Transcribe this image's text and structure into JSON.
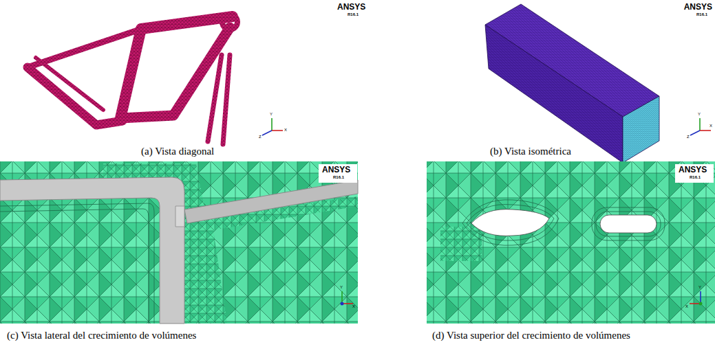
{
  "diagram": {
    "labels": [
      "ANSYS",
      "R16.1",
      "Y",
      "Z",
      "X",
      "ANSYS",
      "R16.1",
      "Y",
      "Z",
      "X",
      "(a) Vista diagonal",
      "(b) Vista isométrica",
      "ANSYS",
      "R16.1",
      "Y",
      "X",
      "ANSYS",
      "R16.1",
      "Y",
      "X",
      "(c) Vista lateral del crecimiento de volúmenes",
      "(d) Vista superior del crecimiento de volúmenes"
    ]
  }
}
